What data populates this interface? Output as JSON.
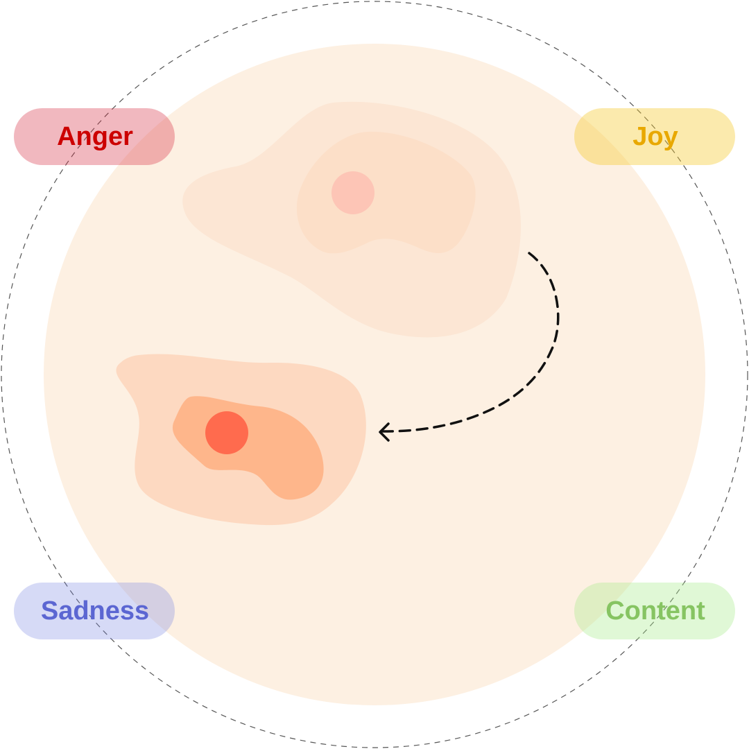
{
  "emotions": {
    "anger": {
      "label": "Anger",
      "text_color": "#cc0000",
      "bg_color": "rgba(214, 48, 66, 0.34)"
    },
    "joy": {
      "label": "Joy",
      "text_color": "#e8a800",
      "bg_color": "rgba(244, 200, 40, 0.38)"
    },
    "sadness": {
      "label": "Sadness",
      "text_color": "#5b66d2",
      "bg_color": "rgba(120, 132, 226, 0.30)"
    },
    "content": {
      "label": "Content",
      "text_color": "#86c462",
      "bg_color": "rgba(168, 236, 140, 0.36)"
    }
  },
  "colors": {
    "outer_ring": "#555555",
    "emotion_space": "#fdf0e2",
    "upper_cluster_outer": "#fce6d4",
    "upper_cluster_inner": "#fcdfc8",
    "upper_cluster_core": "#fdc5b6",
    "lower_cluster_outer": "#fdd9c1",
    "lower_cluster_inner": "#feb68b",
    "lower_cluster_core": "#ff6b4e",
    "transition_arrow": "#111111"
  }
}
